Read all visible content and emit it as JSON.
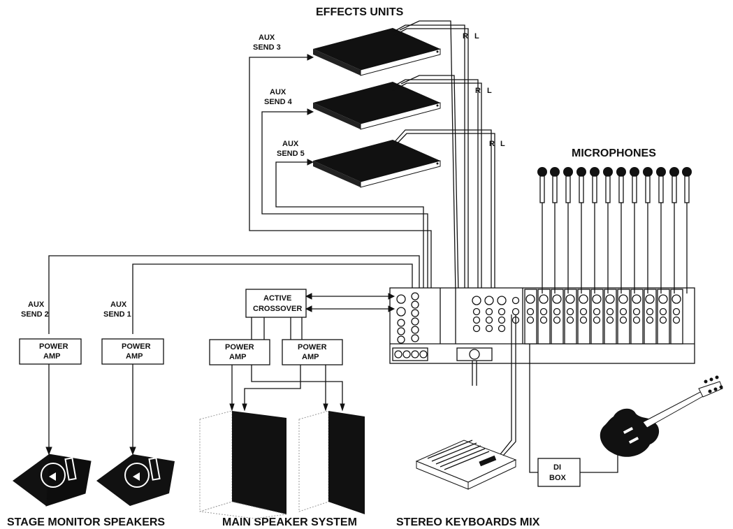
{
  "diagram": {
    "titles": {
      "effects_units": "EFFECTS UNITS",
      "microphones": "MICROPHONES",
      "stage_monitor_speakers": "STAGE MONITOR SPEAKERS",
      "main_speaker_system": "MAIN SPEAKER SYSTEM",
      "stereo_keyboards_mix": "STEREO KEYBOARDS MIX"
    },
    "aux_sends": {
      "aux3": [
        "AUX",
        "SEND 3"
      ],
      "aux4": [
        "AUX",
        "SEND 4"
      ],
      "aux5": [
        "AUX",
        "SEND 5"
      ],
      "aux2": [
        "AUX",
        "SEND 2"
      ],
      "aux1": [
        "AUX",
        "SEND 1"
      ]
    },
    "return_labels": {
      "r": "R",
      "l": "L"
    },
    "boxes": {
      "active_crossover": [
        "ACTIVE",
        "CROSSOVER"
      ],
      "power_amp": [
        "POWER",
        "AMP"
      ],
      "di_box": [
        "DI",
        "BOX"
      ]
    },
    "counts": {
      "microphones": 12
    }
  }
}
